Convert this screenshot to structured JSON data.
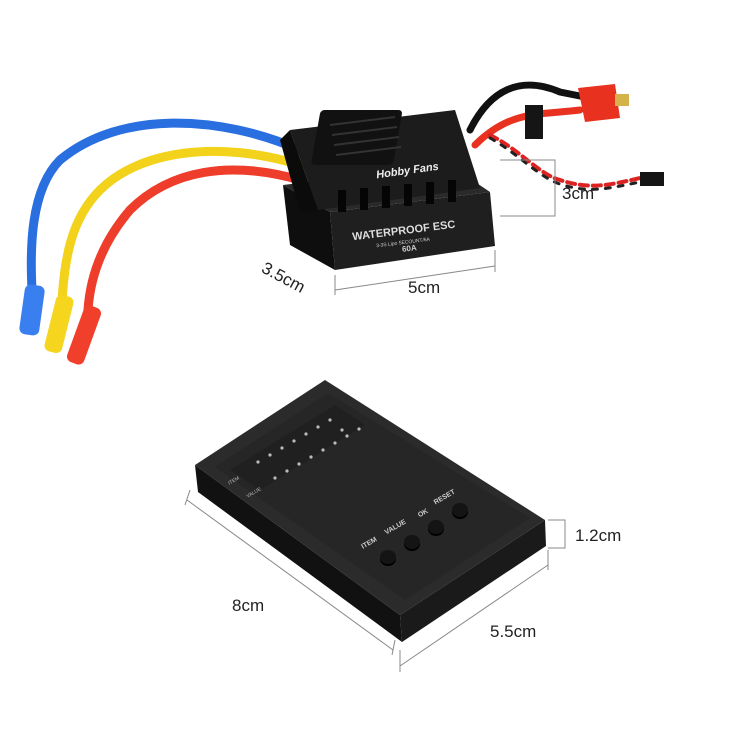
{
  "esc": {
    "brand": "Hobby Fans",
    "title": "WATERPROOF ESC",
    "spec": "3-3S Lipo 5ECOUNT/6A",
    "current": "60A"
  },
  "esc_dimensions": {
    "height": "3cm",
    "width": "5cm",
    "depth": "3.5cm"
  },
  "program_card": {
    "row_labels": [
      "ITEM",
      "VALUE"
    ],
    "buttons": [
      "ITEM",
      "VALUE",
      "OK",
      "RESET"
    ]
  },
  "card_dimensions": {
    "thickness": "1.2cm",
    "length": "8cm",
    "width": "5.5cm"
  },
  "colors": {
    "body": "#1e1e1e",
    "wire_blue": "#2a6fe0",
    "wire_yellow": "#f2d21a",
    "wire_red": "#ee3d2a"
  }
}
